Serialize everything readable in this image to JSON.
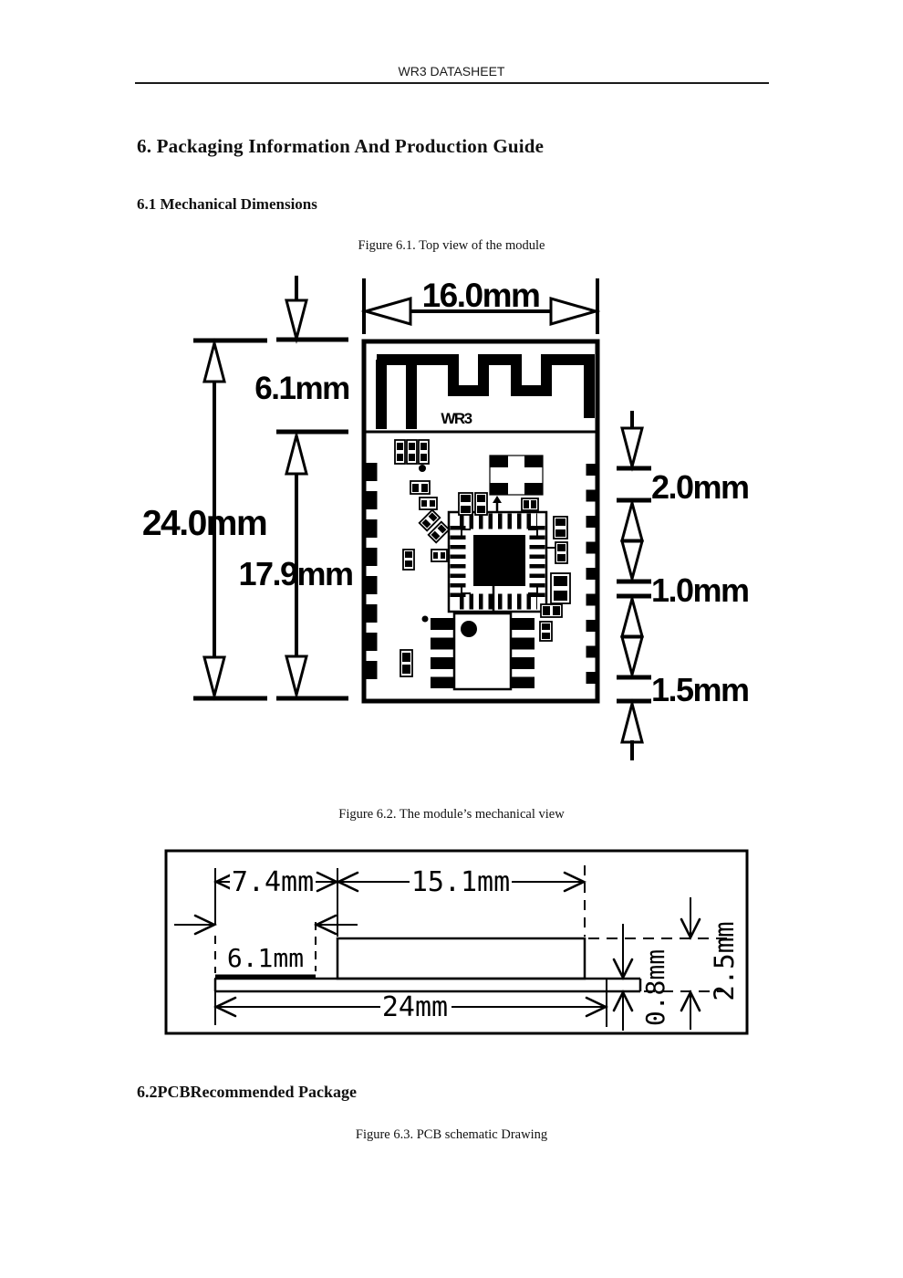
{
  "header": {
    "title": "WR3 DATASHEET"
  },
  "headings": {
    "section6": "6. Packaging Information And Production Guide",
    "section61": "6.1 Mechanical Dimensions",
    "section62": "6.2PCBRecommended Package"
  },
  "fig61": {
    "caption": "Figure 6.1. Top view of the module",
    "module_label": "WR3",
    "dim_width": "16.0mm",
    "dim_antenna_height": "6.1mm",
    "dim_total_height": "24.0mm",
    "dim_body_height": "17.9mm",
    "dim_pad_offset": "2.0mm",
    "dim_pad_gap": "1.0mm",
    "dim_pad_pitch": "1.5mm"
  },
  "fig62": {
    "caption": "Figure 6.2. The module’s mechanical view",
    "dim_antenna_len": "7.4mm",
    "dim_body_len": "15.1mm",
    "dim_antenna_len_side": "6.1mm",
    "dim_total_len": "24mm",
    "dim_pcb_thickness": "0.8mm",
    "dim_total_thickness": "2.5mm"
  },
  "fig63": {
    "caption": "Figure 6.3. PCB schematic Drawing"
  }
}
